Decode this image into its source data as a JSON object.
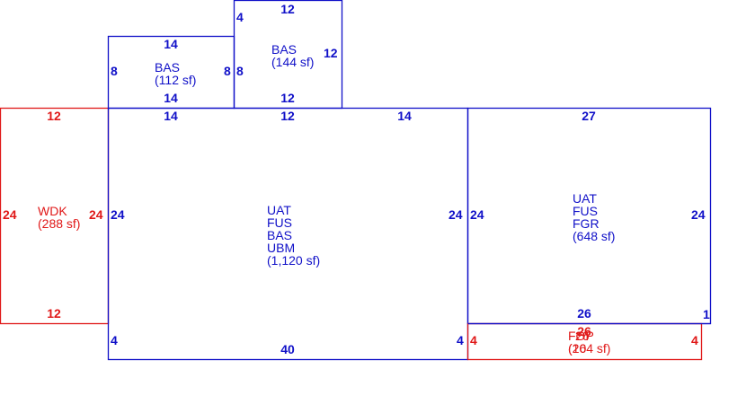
{
  "colors": {
    "blue": "#1010c8",
    "red": "#e01818",
    "background": "#ffffff"
  },
  "areas": {
    "bas_small": {
      "lines": [
        "BAS",
        "(112 sf)"
      ],
      "dims": {
        "top": "14",
        "bottom": "14",
        "left": "8",
        "right": "8"
      }
    },
    "bas_upper": {
      "lines": [
        "BAS",
        "(144 sf)"
      ],
      "dims": {
        "top": "12",
        "bottom": "12",
        "left": "4",
        "right": "12"
      }
    },
    "wdk": {
      "lines": [
        "WDK",
        "(288 sf)"
      ],
      "dims": {
        "top": "12",
        "bottom": "12",
        "left": "24",
        "right": "24"
      }
    },
    "main": {
      "lines": [
        "UAT",
        "FUS",
        "BAS",
        "UBM",
        "(1,120 sf)"
      ],
      "dims": {
        "top_left": "14",
        "top_mid": "12",
        "top_right": "14",
        "left": "24",
        "right": "24",
        "lower_left": "4",
        "lower_right": "4",
        "bottom": "40"
      }
    },
    "garage": {
      "lines": [
        "UAT",
        "FUS",
        "FGR",
        "(648 sf)"
      ],
      "dims": {
        "top": "27",
        "left": "24",
        "right": "24",
        "bottom": "26",
        "corner": "1"
      }
    },
    "fop": {
      "lines": [
        "FOP",
        "(104 sf)"
      ],
      "overlap_lines": [
        "26",
        "(26"
      ],
      "dims": {
        "left": "4",
        "right": "4",
        "top": "26"
      }
    }
  }
}
